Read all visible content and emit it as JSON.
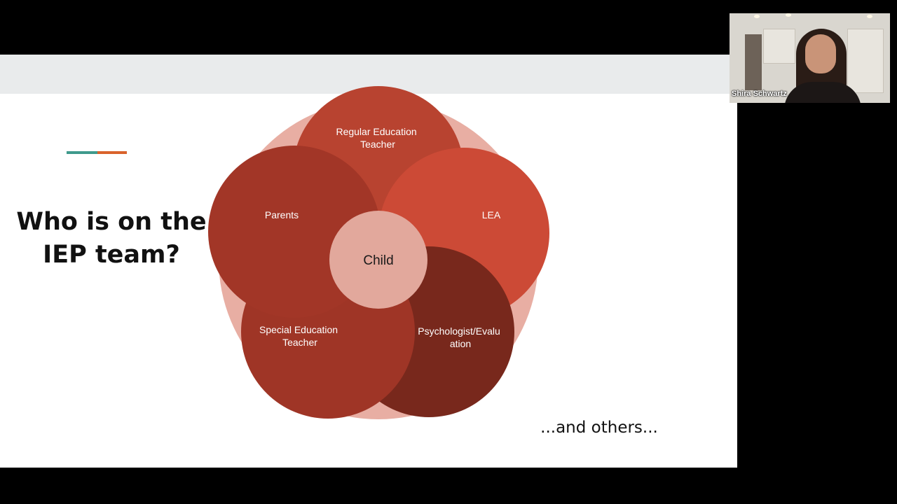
{
  "slide": {
    "title": "Who is on the IEP team?",
    "footnote": "...and others...",
    "accent_colors": [
      "#3f9a8c",
      "#d9622b"
    ]
  },
  "diagram": {
    "center": "Child",
    "members": [
      {
        "label_lines": [
          "Regular Education",
          "Teacher"
        ],
        "color": "#b84330"
      },
      {
        "label_lines": [
          "LEA"
        ],
        "color": "#cc4a36"
      },
      {
        "label_lines": [
          "Psychologist/Evalu",
          "ation"
        ],
        "color": "#78281c"
      },
      {
        "label_lines": [
          "Special Education",
          "Teacher"
        ],
        "color": "#9f3526"
      },
      {
        "label_lines": [
          "Parents"
        ],
        "color": "#a23627"
      }
    ],
    "backdrop_color": "#e8aea3",
    "center_color": "#e2a89c"
  },
  "video": {
    "participant_name": "Shira Schwartz"
  }
}
